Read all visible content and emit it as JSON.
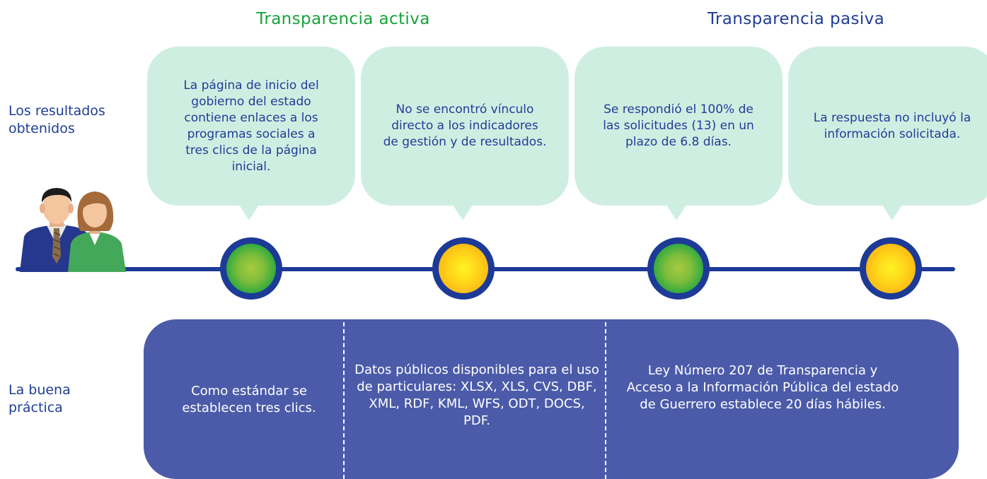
{
  "colors": {
    "green_title": "#15a339",
    "blue_title": "#1f3d97",
    "bubble": "#cfeee2",
    "navy": "#1d3a97",
    "panel": "#4b5ba9"
  },
  "headings": {
    "active": "Transparencia activa",
    "passive": "Transparencia pasiva"
  },
  "row_labels": {
    "results": "Los resultados obtenidos",
    "practice": "La buena práctica"
  },
  "results": [
    {
      "text": "La página de inicio del gobierno del estado contiene enlaces a los programas sociales a tres clics de la página inicial.",
      "status": "green"
    },
    {
      "text": "No se encontró vínculo directo a los indicadores de gestión y de resultados.",
      "status": "yellow"
    },
    {
      "text": "Se respondió el 100% de las solicitudes (13) en un plazo de 6.8 días.",
      "status": "green"
    },
    {
      "text": "La respuesta no incluyó la información solicitada.",
      "status": "yellow"
    }
  ],
  "practices": [
    {
      "text": "Como estándar se establecen tres clics."
    },
    {
      "text": "Datos públicos disponibles para el uso de particulares: XLSX, XLS, CVS, DBF, XML, RDF, KML, WFS, ODT, DOCS, PDF."
    },
    {
      "text": "Ley Número 207 de Transparencia y Acceso a la Información Pública del estado de Guerrero establece 20 días hábiles."
    }
  ],
  "icons": {
    "people": "people-icon"
  }
}
